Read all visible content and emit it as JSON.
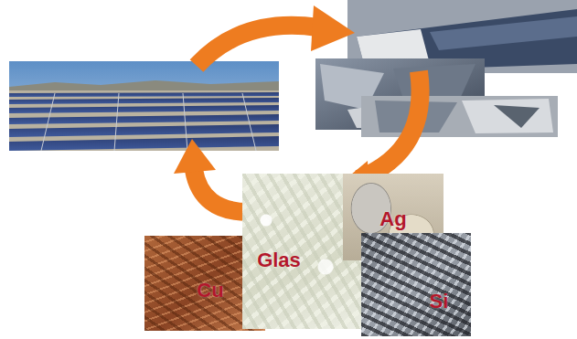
{
  "diagram": {
    "nodes": [
      {
        "text": [
          "Cu"
        ]
      },
      {
        "text": [
          "Glas"
        ]
      },
      {
        "text": [
          "Ag"
        ]
      },
      {
        "text": [
          "Si"
        ]
      }
    ]
  }
}
